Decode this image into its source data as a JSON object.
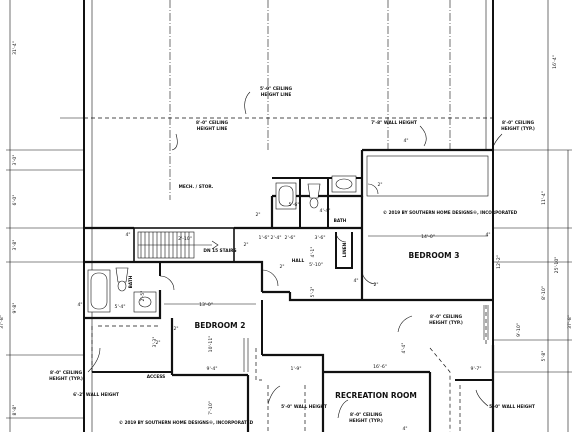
{
  "rooms": {
    "mech": "MECH. / STOR.",
    "bath_upper": "BATH",
    "hall": "HALL",
    "linen": "LINEN",
    "bedroom3": "BEDROOM 3",
    "bedroom2": "BEDROOM 2",
    "bath_left": "BATH",
    "recreation": "RECREATION ROOM",
    "access": "ACCESS",
    "dn_stairs": "DN 15 STAIRS"
  },
  "notes": {
    "ceiling5_a": "5'-0\" CEILING",
    "ceiling5_b": "HEIGHT LINE",
    "ceiling8_left_a": "8'-0\" CEILING",
    "ceiling8_left_b": "HEIGHT LINE",
    "wall78": "7'-8\" WALL HEIGHT",
    "ceiling8_tr_a": "8'-0\" CEILING",
    "ceiling8_tr_b": "HEIGHT (TYP.)",
    "ceiling8_r_a": "8'-0\" CEILING",
    "ceiling8_r_b": "HEIGHT (TYP.)",
    "ceiling8_bl_a": "8'-0\" CEILING",
    "ceiling8_bl_b": "HEIGHT (TYP.)",
    "wall62": "6'-2\" WALL HEIGHT",
    "wall50_c": "5'-0\" WALL HEIGHT",
    "wall50_r": "5'-0\" WALL HEIGHT",
    "ceiling8_bc_a": "8'-0\" CEILING",
    "ceiling8_bc_b": "HEIGHT (TYP.)"
  },
  "copyright": {
    "upper": "© 2019 BY SOUTHERN HOME DESIGNS®, INCORPORATED",
    "lower": "© 2019 BY SOUTHERN HOME DESIGNS®, INCORPORATED"
  },
  "dims": {
    "left_top": "31'-4\"",
    "left_b": "3'-0\"",
    "left_c": "6'-0\"",
    "left_d": "3'-8\"",
    "left_e": "9'-8\"",
    "left_f": "8'-8\"",
    "right_top": "16'-4\"",
    "right_b": "11'-4\"",
    "right_c": "25'-10\"",
    "right_d": "8'-10\"",
    "right_e": "5'-8\"",
    "right_f": "37'-8\"",
    "br3_width": "14'-0\"",
    "br3_depth": "12'-2\"",
    "br2_width": "13'-0\"",
    "br2_depth": "10'-11\"",
    "rec_width": "16'-6\"",
    "rec_depth": "7'-10\"",
    "d_566": "5'-6\"",
    "d_44a": "4'-4\"",
    "d_94": "9'-4\"",
    "d_19": "1'-9\"",
    "d_97": "9'-7\"",
    "d_54": "5'-4\"",
    "d_510": "5'-10\"",
    "d_16": "1'-6\"",
    "d_26": "2'-6\"",
    "d_36": "3'-6\"",
    "d_24": "2'-4\"",
    "d_210": "2'-10\"",
    "d_41": "4'-1\"",
    "d_44b": "4'-4\"",
    "d_910": "9'-10\"",
    "d_53": "5'-3\"",
    "d_25": "2'-5\"",
    "d_33": "3'-3\"",
    "d_4a": "4\"",
    "d_4b": "4\"",
    "d_4c": "4\"",
    "d_4d": "4\"",
    "d_4e": "4\"",
    "d_4f": "4\"",
    "d_2a": "2\"",
    "d_2b": "2\"",
    "d_2c": "2\"",
    "d_2d": "2\"",
    "d_2e": "2\"",
    "d_2f": "2\"",
    "d_2g": "2\""
  }
}
